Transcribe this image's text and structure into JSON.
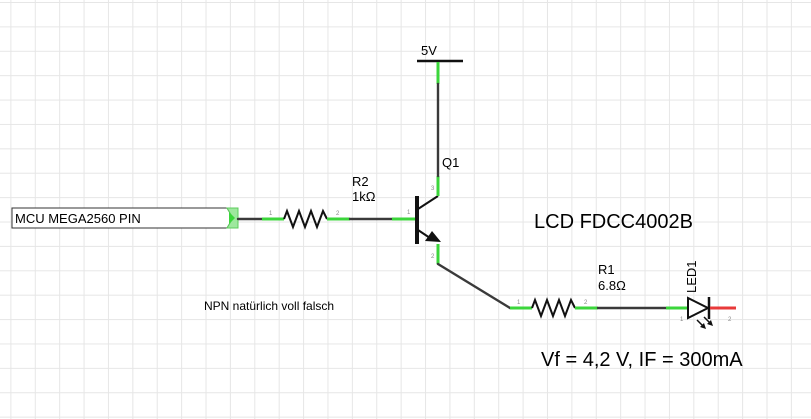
{
  "schematic": {
    "power_label": "5V",
    "transistor_ref": "Q1",
    "resistor_r2_ref": "R2",
    "resistor_r2_value": "1kΩ",
    "resistor_r1_ref": "R1",
    "resistor_r1_value": "6.8Ω",
    "led_ref": "LED1",
    "mcu_label": "MCU MEGA2560 PIN",
    "display_label": "LCD FDCC4002B",
    "note": "NPN natürlich voll falsch",
    "led_spec": "Vf = 4,2 V, IF = 300mA",
    "pin_numbers": {
      "one": "1",
      "two": "2",
      "three": "3"
    }
  },
  "colors": {
    "wire": "#3a3a3a",
    "pin": "#3bd63b",
    "pin_red": "#e83a3a",
    "grid": "#e6e6e6"
  }
}
